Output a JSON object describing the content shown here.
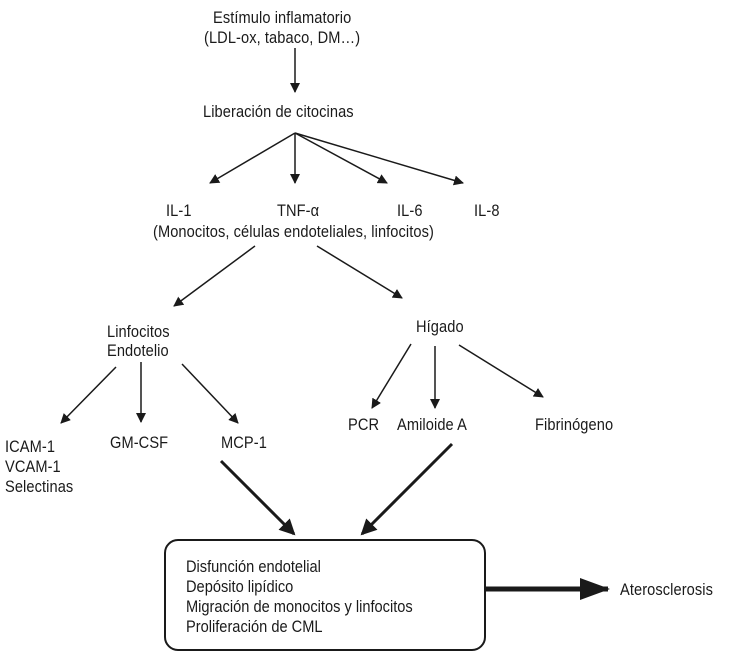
{
  "nodes": {
    "stimulus_line1": "Estímulo inflamatorio",
    "stimulus_line2": "(LDL-ox, tabaco, DM…)",
    "cytokine_release": "Liberación de citocinas",
    "il1": "IL-1",
    "tnf": "TNF-α",
    "il6": "IL-6",
    "il8": "IL-8",
    "cytokine_sources": "(Monocitos, células endoteliales, linfocitos)",
    "lymph_line1": "Linfocitos",
    "lymph_line2": "Endotelio",
    "liver": "Hígado",
    "icam": "ICAM-1",
    "vcam": "VCAM-1",
    "selectins": "Selectinas",
    "gmcsf": "GM-CSF",
    "mcp1": "MCP-1",
    "pcr": "PCR",
    "amyloid": "Amiloide A",
    "fibrinogen": "Fibrinógeno",
    "outcome_box": [
      "Disfunción endotelial",
      "Depósito lipídico",
      "Migración de monocitos y linfocitos",
      "Proliferación de CML"
    ],
    "atherosclerosis": "Aterosclerosis"
  },
  "edges": [
    {
      "from": "stimulus",
      "to": "cytokine_release"
    },
    {
      "from": "cytokine_release",
      "to": "il1"
    },
    {
      "from": "cytokine_release",
      "to": "tnf"
    },
    {
      "from": "cytokine_release",
      "to": "il6"
    },
    {
      "from": "cytokine_release",
      "to": "il8"
    },
    {
      "from": "cytokine_sources",
      "to": "lymph"
    },
    {
      "from": "cytokine_sources",
      "to": "liver"
    },
    {
      "from": "lymph",
      "to": "icam"
    },
    {
      "from": "lymph",
      "to": "gmcsf"
    },
    {
      "from": "lymph",
      "to": "mcp1"
    },
    {
      "from": "liver",
      "to": "pcr"
    },
    {
      "from": "liver",
      "to": "amyloid"
    },
    {
      "from": "liver",
      "to": "fibrinogen"
    },
    {
      "from": "mcp1",
      "to": "outcome_box",
      "bold": true
    },
    {
      "from": "amyloid",
      "to": "outcome_box",
      "bold": true
    },
    {
      "from": "outcome_box",
      "to": "atherosclerosis",
      "bold": true
    }
  ],
  "colors": {
    "ink": "#1a1a1a",
    "background": "#ffffff"
  }
}
